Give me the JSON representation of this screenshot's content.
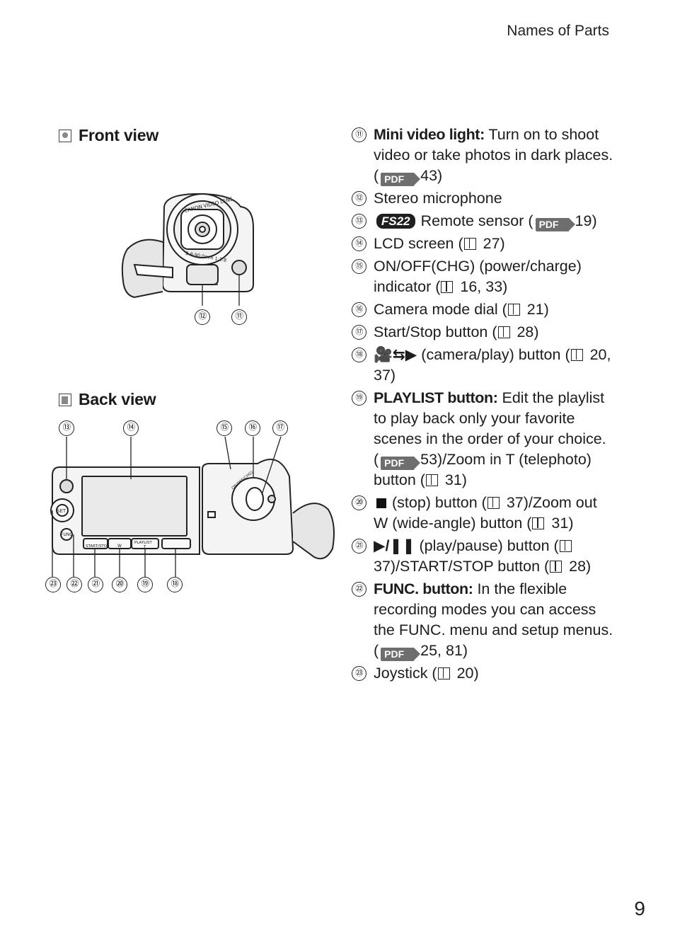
{
  "header": {
    "running_title": "Names of Parts"
  },
  "page_number": "9",
  "front_view": {
    "heading": "Front view",
    "lens_text_top": "CANON VIDEO LENS",
    "lens_text_bottom": "2.8-90.0mm 1:1.8",
    "callouts": [
      "⑫",
      "⑪"
    ]
  },
  "back_view": {
    "heading": "Back view",
    "callouts_top": [
      "⑬",
      "⑭",
      "⑮",
      "⑯",
      "⑰"
    ],
    "callouts_bottom": [
      "㉓",
      "㉒",
      "㉑",
      "⑳",
      "⑲",
      "⑱"
    ],
    "button_labels": {
      "start_stop": "START/STOP",
      "playlist": "PLAYLIST",
      "w": "W",
      "t": "T",
      "set": "SET",
      "func": "FUNC",
      "dial": "ON/OFF(CHG)"
    }
  },
  "references": {
    "pdf_label": "PDF",
    "model_badge": "FS22"
  },
  "parts": [
    {
      "num": "⑪",
      "term": "Mini video light:",
      "pre": " Turn on to shoot video or take photos in dark places. (",
      "ref": "pdf",
      "post": " 43)"
    },
    {
      "num": "⑫",
      "text": "Stereo microphone"
    },
    {
      "num": "⑬",
      "model": true,
      "pre": "Remote sensor (",
      "ref": "pdf",
      "post": " 19)"
    },
    {
      "num": "⑭",
      "pre": "LCD screen (",
      "ref": "book",
      "post": " 27)"
    },
    {
      "num": "⑮",
      "pre": "ON/OFF(CHG) (power/charge) indicator (",
      "ref": "book",
      "post": " 16, 33)"
    },
    {
      "num": "⑯",
      "pre": "Camera mode dial (",
      "ref": "book",
      "post": " 21)"
    },
    {
      "num": "⑰",
      "pre": "Start/Stop button (",
      "ref": "book",
      "post": " 28)"
    },
    {
      "num": "⑱",
      "glyph": "🎥⇆▶",
      "pre": " (camera/play) button (",
      "ref": "book",
      "post": " 20, 37)"
    },
    {
      "num": "⑲",
      "term": "PLAYLIST button:",
      "pre": " Edit the playlist to play back only your favorite scenes in the order of your choice. (",
      "ref": "pdf",
      "post": " 53)/Zoom in T (telephoto) button (",
      "ref2": "book",
      "post2": " 31)"
    },
    {
      "num": "⑳",
      "stop": true,
      "pre": "(stop) button (",
      "ref": "book",
      "post": " 37)/Zoom out W (wide-angle) button (",
      "ref2": "book",
      "post2": " 31)"
    },
    {
      "num": "㉑",
      "glyph": "▶/❚❚",
      "pre": " (play/pause) button (",
      "ref": "book",
      "post": " 37)/START/STOP button (",
      "ref2": "book",
      "post2": " 28)"
    },
    {
      "num": "㉒",
      "term": "FUNC. button:",
      "pre": " In the flexible recording modes you can access the FUNC. menu and setup menus. (",
      "ref": "pdf",
      "post": " 25, 81)"
    },
    {
      "num": "㉓",
      "pre": "Joystick (",
      "ref": "book",
      "post": " 20)"
    }
  ]
}
